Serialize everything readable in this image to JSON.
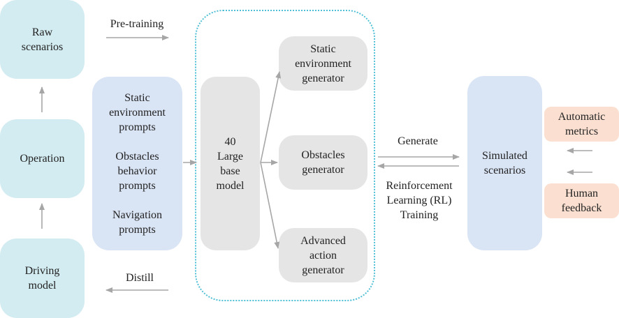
{
  "left_column": {
    "raw_scenarios": [
      "Raw",
      "scenarios"
    ],
    "operation": [
      "Operation"
    ],
    "driving_model": [
      "Driving",
      "model"
    ]
  },
  "prompts": {
    "groups": [
      [
        "Static",
        "environment",
        "prompts"
      ],
      [
        "Obstacles",
        "behavior",
        "prompts"
      ],
      [
        "Navigation",
        "prompts"
      ]
    ]
  },
  "edges": {
    "pretraining": "Pre-training",
    "distill": "Distill",
    "generate": "Generate",
    "rl_training": [
      "Reinforcement",
      "Learning (RL)",
      "Training"
    ]
  },
  "base_model": [
    "40",
    "Large",
    "base",
    "model"
  ],
  "generators": {
    "static": [
      "Static",
      "environment",
      "generator"
    ],
    "obstacles": [
      "Obstacles",
      "generator"
    ],
    "action": [
      "Advanced",
      "action",
      "generator"
    ]
  },
  "simulated": [
    "Simulated",
    "scenarios"
  ],
  "feedback": {
    "automatic": [
      "Automatic",
      "metrics"
    ],
    "human": [
      "Human",
      "feedback"
    ]
  },
  "colors": {
    "cyan_box": "#d3ecf1",
    "blue_box": "#d9e4f5",
    "gray_box": "#e5e5e5",
    "peach_box": "#fbe0d1",
    "arrow": "#a6a6a6",
    "dotted_border": "#4fbfd6"
  }
}
